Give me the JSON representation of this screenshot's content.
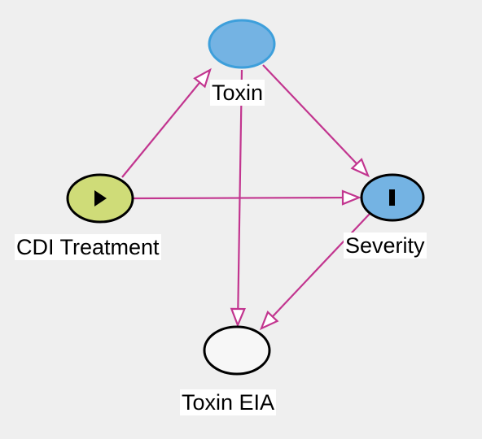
{
  "diagram": {
    "nodes": [
      {
        "id": "toxin",
        "label": "Toxin",
        "role": "ancestor-of-outcome",
        "fill": "#74b3e3",
        "stroke": "#3d9fdb"
      },
      {
        "id": "cdi_treatment",
        "label": "CDI Treatment",
        "role": "exposure",
        "marker": "play-icon",
        "fill": "#cfdc78",
        "stroke": "#000000"
      },
      {
        "id": "severity",
        "label": "Severity",
        "role": "outcome",
        "marker": "bar-icon",
        "fill": "#74b3e3",
        "stroke": "#000000"
      },
      {
        "id": "toxin_eia",
        "label": "Toxin EIA",
        "role": "unobserved-descendant",
        "fill": "#f7f7f7",
        "stroke": "#000000"
      }
    ],
    "edges": [
      {
        "from": "cdi_treatment",
        "to": "toxin"
      },
      {
        "from": "cdi_treatment",
        "to": "severity"
      },
      {
        "from": "toxin",
        "to": "severity"
      },
      {
        "from": "toxin",
        "to": "toxin_eia"
      },
      {
        "from": "severity",
        "to": "toxin_eia"
      }
    ],
    "edge_color": "#c2358f"
  }
}
